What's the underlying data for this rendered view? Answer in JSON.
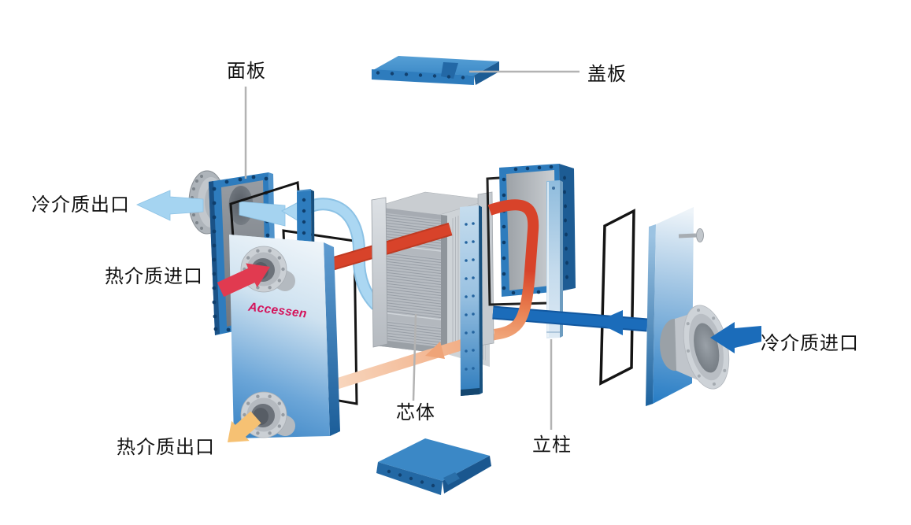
{
  "diagram": {
    "labels": {
      "panel": "面板",
      "cover_plate": "盖板",
      "cold_outlet": "冷介质出口",
      "hot_inlet": "热介质进口",
      "hot_outlet": "热介质出口",
      "core": "芯体",
      "column": "立柱",
      "cold_inlet": "冷介质进口"
    },
    "brand_logo": "Accessen",
    "colors": {
      "frame_blue": "#2e7cbd",
      "frame_blue_dark": "#1a5287",
      "frame_blue_light": "#4f93cb",
      "hot_flow_red": "#d8432a",
      "hot_inlet_arrow": "#e13a50",
      "hot_flow_orange": "#f0a478",
      "hot_outlet_arrow": "#f6c173",
      "cold_flow_light": "#abd7f2",
      "cold_flow_dark": "#1b6cba",
      "metal_gray": "#b7bcc2",
      "gasket_black": "#151515",
      "leader_line": "#b3b3b3",
      "label_color": "#121212",
      "logo_color": "#d4125a"
    }
  }
}
